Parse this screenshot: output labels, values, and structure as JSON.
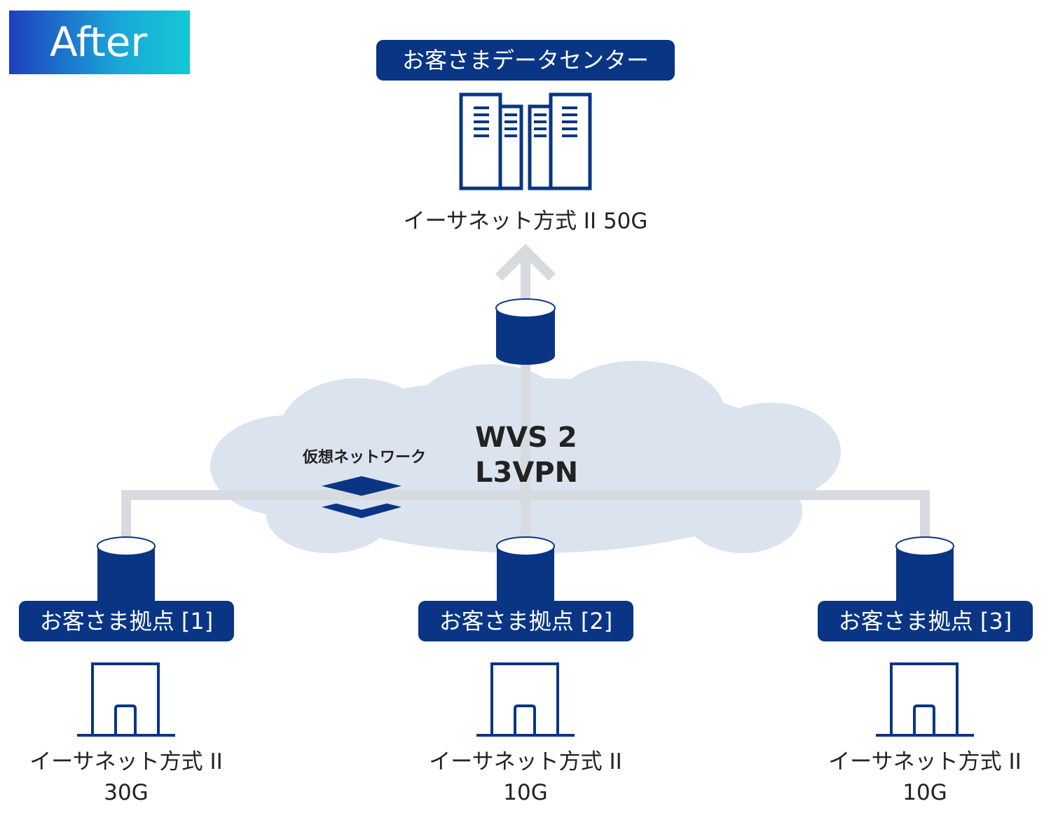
{
  "badge": {
    "label": "After"
  },
  "datacenter": {
    "label": "お客さまデータセンター",
    "link_type": "イーサネット方式 II",
    "bandwidth": "50G"
  },
  "network": {
    "name_line1": "WVS 2",
    "name_line2": "L3VPN",
    "virtual_label": "仮想ネットワーク"
  },
  "sites": [
    {
      "label": "お客さま拠点 [1]",
      "link_type": "イーサネット方式 II",
      "bandwidth": "30G"
    },
    {
      "label": "お客さま拠点 [2]",
      "link_type": "イーサネット方式 II",
      "bandwidth": "10G"
    },
    {
      "label": "お客さま拠点 [3]",
      "link_type": "イーサネット方式 II",
      "bandwidth": "10G"
    }
  ],
  "colors": {
    "navy": "#0a3585",
    "cloud": "#dbe3ee",
    "line": "#d7dadf",
    "badge_start": "#1f3fbf",
    "badge_end": "#14c9d3"
  },
  "icons": {
    "datacenter": "server-rack-icon",
    "router": "router-cylinder-icon",
    "site": "building-icon",
    "virtual_network": "layers-icon"
  }
}
